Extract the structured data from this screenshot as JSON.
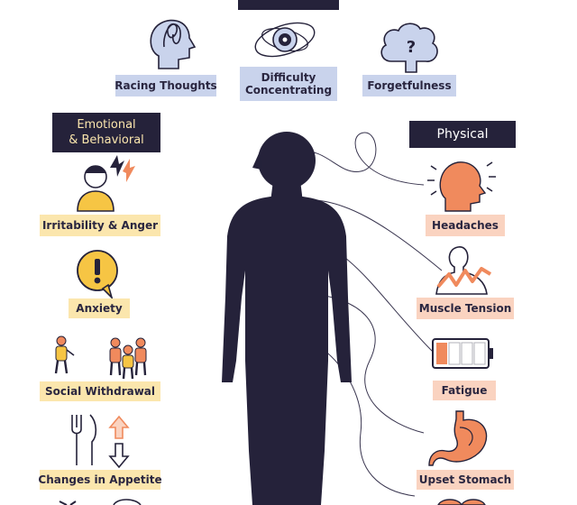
{
  "headers": {
    "emotional_line1": "Emotional",
    "emotional_line2": "& Behavioral",
    "physical": "Physical"
  },
  "cognitive_symptoms": [
    {
      "label": "Racing Thoughts",
      "icon": "scribble-head-icon"
    },
    {
      "label_line1": "Difficulty",
      "label_line2": "Concentrating",
      "icon": "target-eye-icon"
    },
    {
      "label": "Forgetfulness",
      "icon": "question-brain-icon"
    }
  ],
  "emotional_symptoms": [
    {
      "label": "Irritability & Anger",
      "icon": "angry-person-lightning-icon"
    },
    {
      "label": "Anxiety",
      "icon": "exclamation-bubble-icon"
    },
    {
      "label": "Social Withdrawal",
      "icon": "isolated-person-icon"
    },
    {
      "label": "Changes in Appetite",
      "icon": "fork-knife-arrows-icon"
    }
  ],
  "physical_symptoms": [
    {
      "label": "Headaches",
      "icon": "head-pain-icon"
    },
    {
      "label": "Muscle Tension",
      "icon": "muscle-zigzag-icon"
    },
    {
      "label": "Fatigue",
      "icon": "low-battery-icon"
    },
    {
      "label": "Upset Stomach",
      "icon": "stomach-icon"
    }
  ],
  "colors": {
    "dark": "#25223a",
    "cognitive_label_bg": "#c9d3ec",
    "emotional_label_bg": "#fbe6ad",
    "physical_label_bg": "#fad3c0",
    "physical_icon": "#f08a5d",
    "emotional_icon": "#f6c544"
  }
}
